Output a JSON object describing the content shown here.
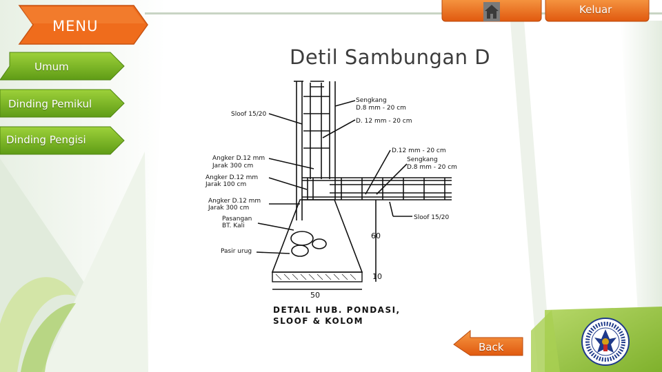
{
  "menu": {
    "header": "MENU",
    "items": [
      {
        "label": "Umum"
      },
      {
        "label": "Dinding Pemikul"
      },
      {
        "label": "Dinding Pengisi"
      }
    ]
  },
  "nav": {
    "home_icon": "home-icon",
    "exit_label": "Keluar",
    "back_label": "Back"
  },
  "title": "Detil Sambungan D",
  "diagram": {
    "labels": {
      "sengkang_top_1": "Sengkang",
      "sengkang_top_2": "D.8 mm - 20 cm",
      "sloof_left": "Sloof 15/20",
      "d12_top": "D. 12 mm - 20 cm",
      "d12_right": "D.12 mm - 20 cm",
      "sengkang_right_1": "Sengkang",
      "sengkang_right_2": "D.8 mm - 20 cm",
      "angker1_1": "Angker D.12 mm",
      "angker1_2": "Jarak 300 cm",
      "angker2_1": "Angker D.12 mm",
      "angker2_2": "Jarak 100 cm",
      "angker3_1": "Angker D.12 mm",
      "angker3_2": "Jarak 300 cm",
      "sloof_right": "Sloof 15/20",
      "pasangan_1": "Pasangan",
      "pasangan_2": "BT. Kali",
      "dim_60": "60",
      "pasir": "Pasir urug",
      "dim_10": "10",
      "dim_50": "50",
      "caption_1": "DETAIL HUB. PONDASI,",
      "caption_2": "SLOOF & KOLOM"
    }
  },
  "colors": {
    "menu_green": "#7ab61e",
    "nav_orange": "#ef6c1c",
    "header_green": "#5c9a1a"
  }
}
